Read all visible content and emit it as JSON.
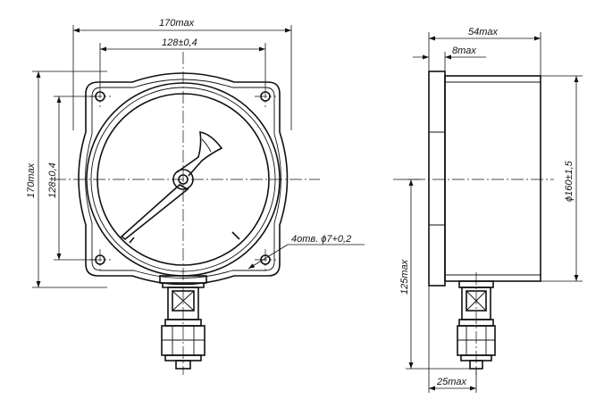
{
  "dimensions": {
    "overall_width": "170max",
    "hole_spacing_h": "128±0,4",
    "overall_height": "170max",
    "hole_spacing_v": "128±0,4",
    "holes_note": "4отв. ϕ7+0,2",
    "depth": "54max",
    "flange_thickness": "8max",
    "case_diameter": "ϕ160±1,5",
    "height_to_axis": "125max",
    "fitting_offset": "25max"
  }
}
